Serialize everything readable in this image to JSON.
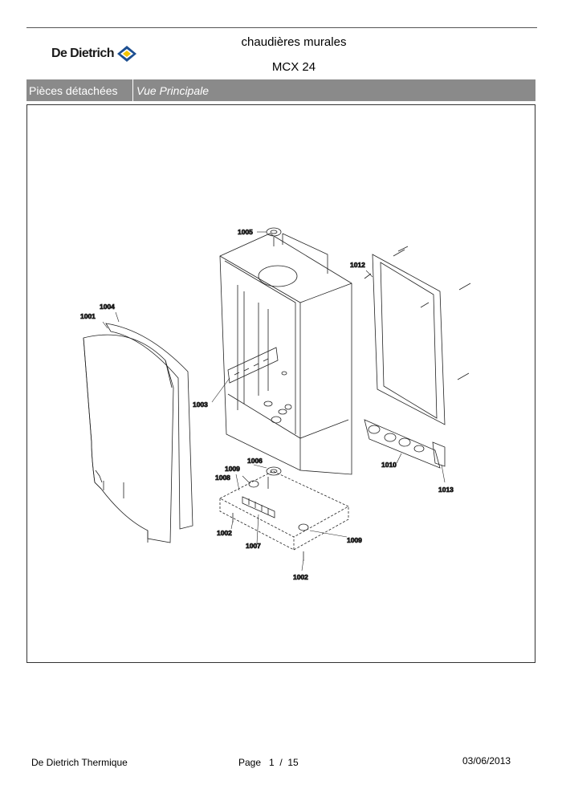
{
  "header": {
    "brand": "De Dietrich",
    "title": "chaudières murales",
    "model": "MCX 24"
  },
  "section": {
    "label": "Pièces détachées",
    "view": "Vue Principale"
  },
  "diagram": {
    "callouts": {
      "c1001": "1001",
      "c1002a": "1002",
      "c1002b": "1002",
      "c1003": "1003",
      "c1004": "1004",
      "c1005": "1005",
      "c1006": "1006",
      "c1007": "1007",
      "c1008": "1008",
      "c1009a": "1009",
      "c1009b": "1009",
      "c1010": "1010",
      "c1012": "1012",
      "c1013": "1013"
    }
  },
  "footer": {
    "company": "De Dietrich Thermique",
    "page": "Page   1  /  15",
    "date": "03/06/2013"
  },
  "colors": {
    "bar": "#8a8a8a",
    "logo_yellow": "#f5c400",
    "logo_blue": "#1d4f91"
  }
}
